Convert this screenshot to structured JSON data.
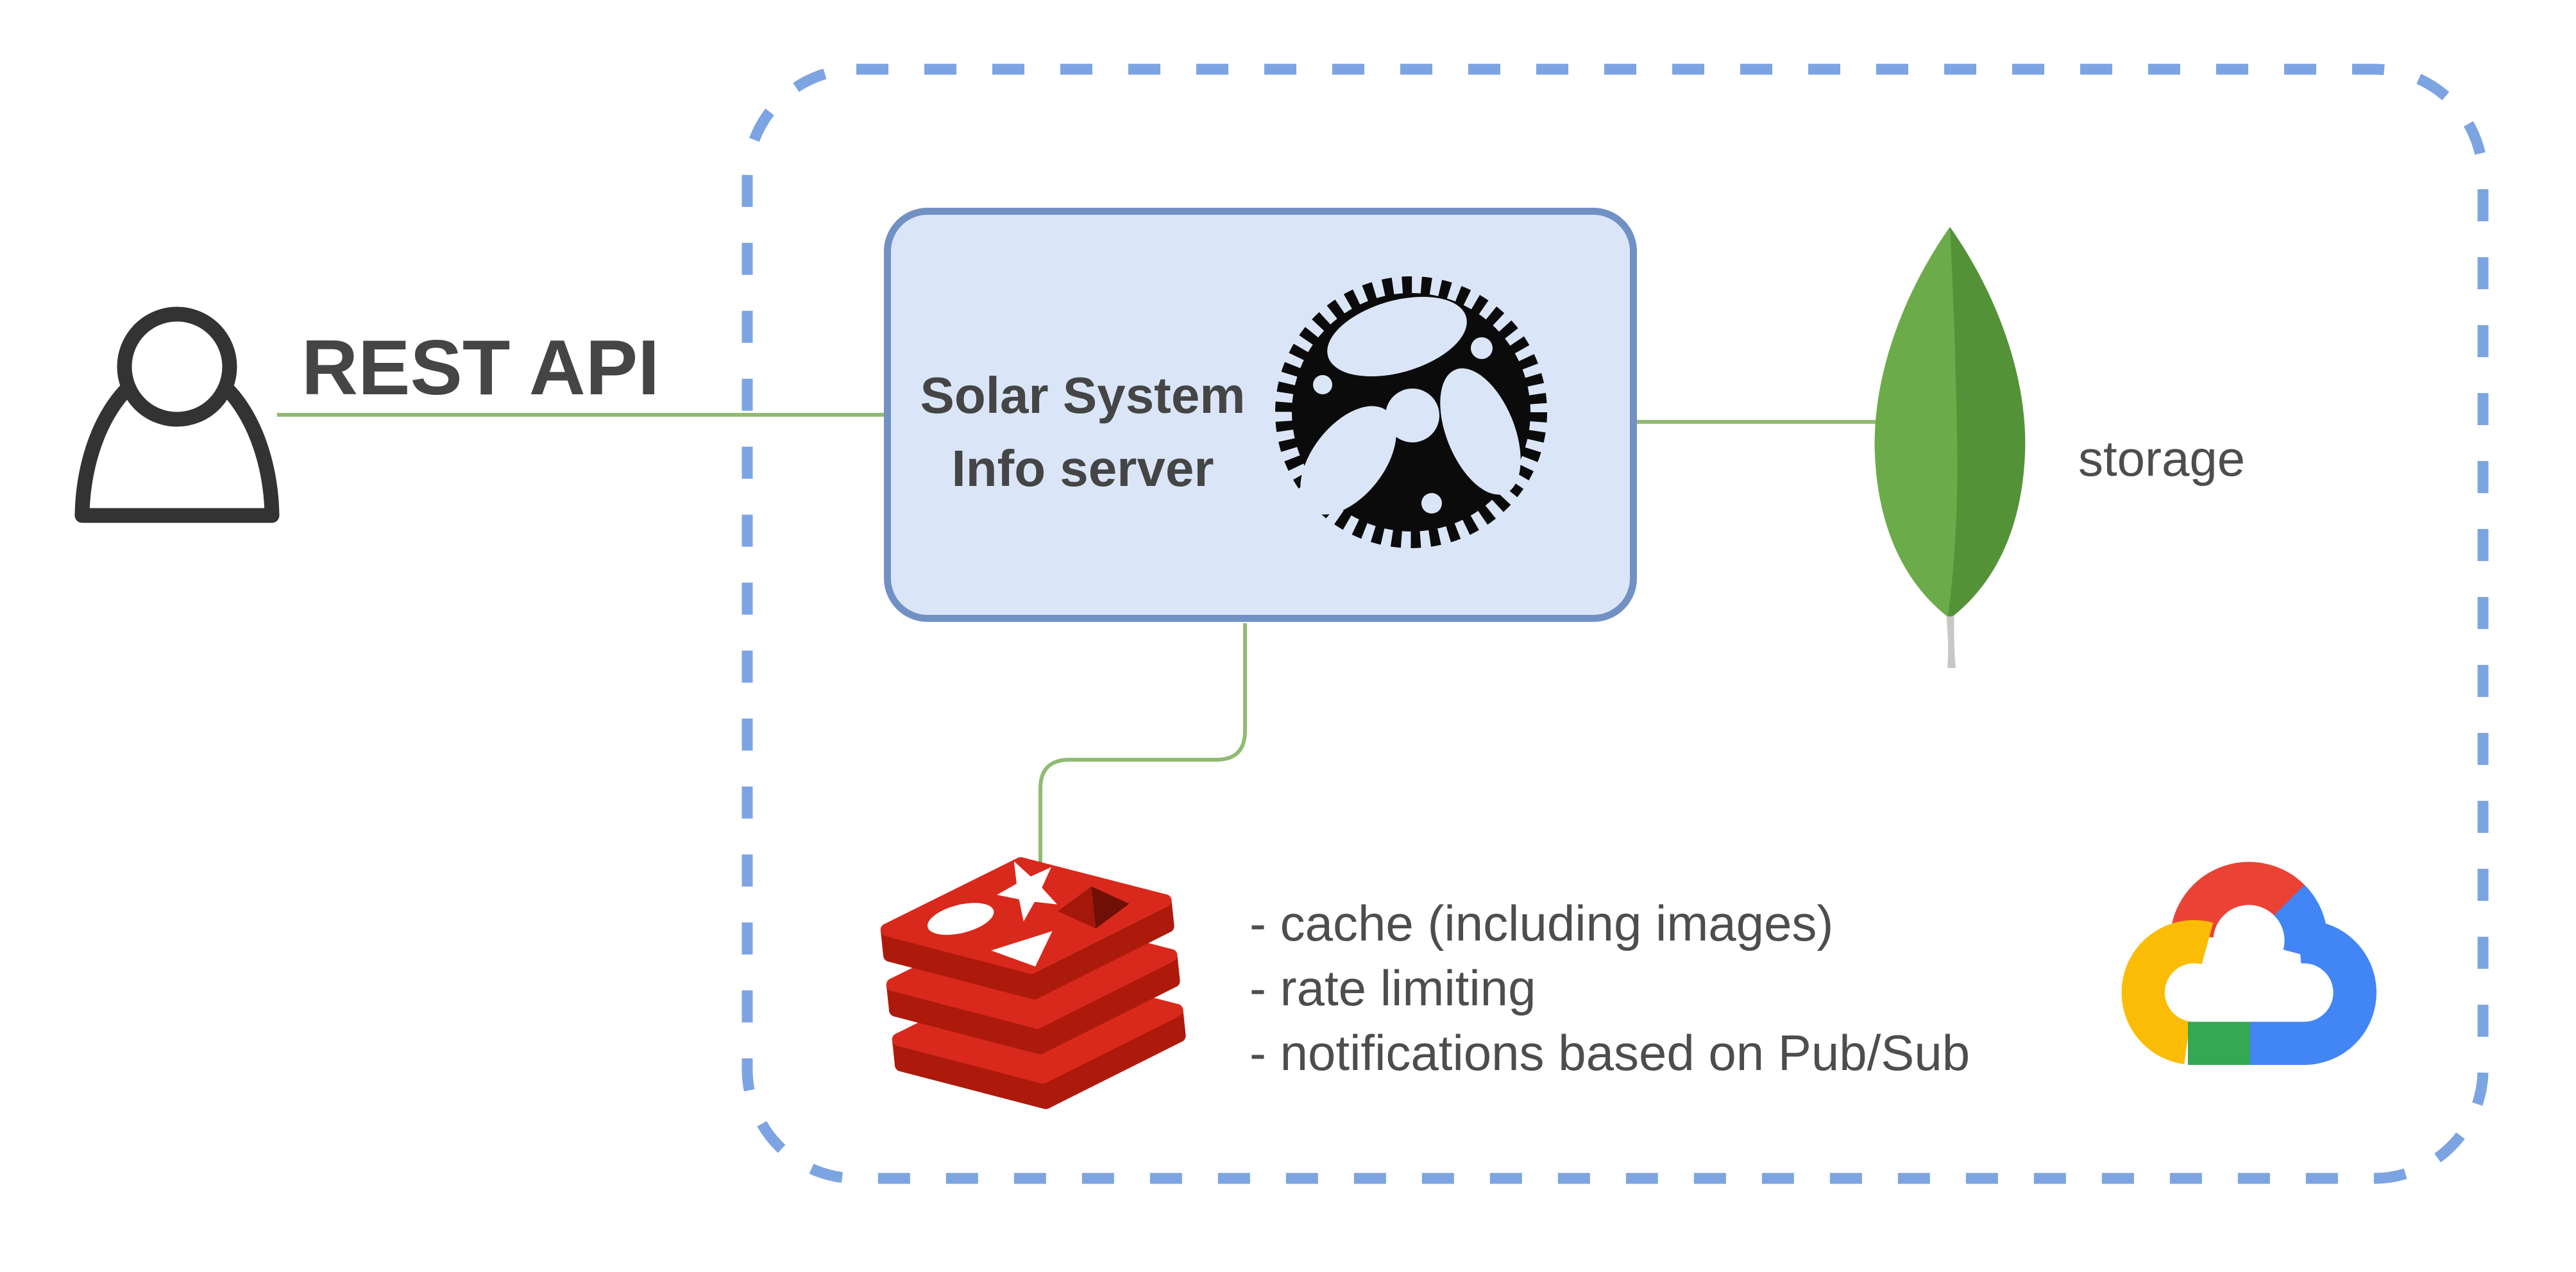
{
  "diagram": {
    "client": {
      "label": "REST API"
    },
    "server": {
      "title_line1": "Solar System",
      "title_line2": "Info server"
    },
    "storage": {
      "label": "storage"
    },
    "redis_notes": [
      "- cache (including images)",
      "- rate limiting",
      "- notifications based on Pub/Sub"
    ],
    "icons": {
      "person": "person-icon",
      "gear": "gear-icon",
      "mongodb": "mongodb-leaf-icon",
      "redis": "redis-icon",
      "google_cloud": "google-cloud-icon"
    },
    "colors": {
      "boundary_dash_blue": "#7da4e2",
      "connector_green": "#90bb72",
      "server_fill": "#dae6f8",
      "server_border": "#7191c4",
      "text_dark": "#454545",
      "text_gray": "#4d4d4d",
      "person_outline": "#333333",
      "gear_black": "#0b0b0b",
      "redis_red": "#d8291c",
      "redis_dark_red": "#ad1a0c",
      "redis_hole_red": "#a3180a",
      "redis_hole_dark": "#6f0f05",
      "mongodb_green_light": "#6cab4a",
      "mongodb_green_dark": "#549238",
      "mongodb_stem_gray": "#c9c6c3",
      "gcloud_red": "#ea4335",
      "gcloud_blue": "#4285f4",
      "gcloud_yellow": "#fbbc05",
      "gcloud_green": "#34a853"
    }
  }
}
